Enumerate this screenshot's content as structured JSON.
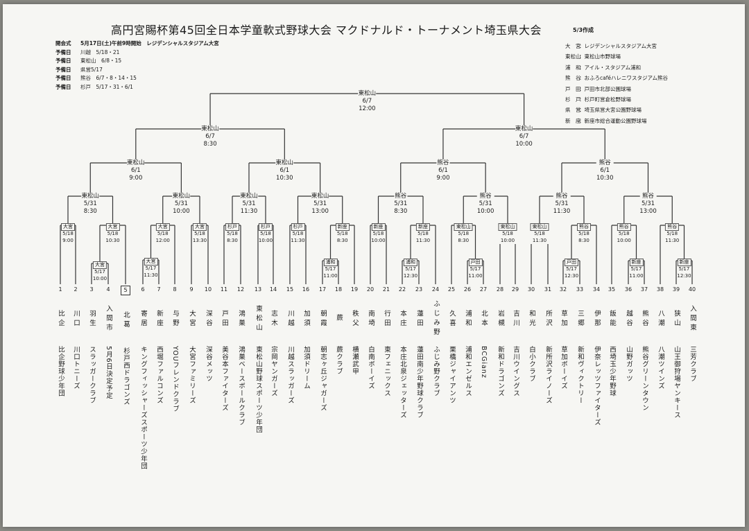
{
  "title": "高円宮賜杯第45回全日本学童軟式野球大会 マクドナルド・トーナメント埼玉県大会",
  "made": "5/3作成",
  "schedule": {
    "opening_key": "開会式",
    "opening_text": "5月17日(土)午前9時開始　レジデンシャルスタジアム大宮",
    "rows": [
      {
        "k": "予備日",
        "v": "川越　5/18・21"
      },
      {
        "k": "予備日",
        "v": "東松山　6/8・15"
      },
      {
        "k": "予備日",
        "v": "県営5/17"
      },
      {
        "k": "予備日",
        "v": "熊谷　6/7・8・14・15"
      },
      {
        "k": "予備日",
        "v": "杉戸　5/17・31・6/1"
      }
    ]
  },
  "legend": [
    {
      "k": "大　宮",
      "v": "：レジデンシャルスタジアム大宮"
    },
    {
      "k": "東松山",
      "v": "：東松山市野球場"
    },
    {
      "k": "浦　和",
      "v": "：アイル・スタジアム浦和"
    },
    {
      "k": "熊　谷",
      "v": "：おふろcaféハレニワスタジアム熊谷"
    },
    {
      "k": "戸　田",
      "v": "：戸田市北部公園球場"
    },
    {
      "k": "杉　戸",
      "v": "：杉戸町営倉松野球場"
    },
    {
      "k": "県　営",
      "v": "：埼玉県営大宮公園野球場"
    },
    {
      "k": "新　座",
      "v": "：新座市総合運動公園野球場"
    }
  ],
  "games": [
    {
      "venue": "東松山",
      "date": "6/7",
      "time": "12:00"
    },
    {
      "venue": "東松山",
      "date": "6/7",
      "time": "8:30"
    },
    {
      "venue": "東松山",
      "date": "6/7",
      "time": "10:00"
    },
    {
      "venue": "東松山",
      "date": "6/1",
      "time": "9:00"
    },
    {
      "venue": "東松山",
      "date": "6/1",
      "time": "10:30"
    },
    {
      "venue": "熊谷",
      "date": "6/1",
      "time": "9:00"
    },
    {
      "venue": "熊谷",
      "date": "6/1",
      "time": "10:30"
    },
    {
      "venue": "東松山",
      "date": "5/31",
      "time": "8:30"
    },
    {
      "venue": "東松山",
      "date": "5/31",
      "time": "10:00"
    },
    {
      "venue": "東松山",
      "date": "5/31",
      "time": "11:30"
    },
    {
      "venue": "東松山",
      "date": "5/31",
      "time": "13:00"
    },
    {
      "venue": "熊谷",
      "date": "5/31",
      "time": "8:30"
    },
    {
      "venue": "熊谷",
      "date": "5/31",
      "time": "10:00"
    },
    {
      "venue": "熊谷",
      "date": "5/31",
      "time": "11:30"
    },
    {
      "venue": "熊谷",
      "date": "5/31",
      "time": "13:00"
    },
    {
      "venue": "大宮",
      "date": "5/18",
      "time": "9:00"
    },
    {
      "venue": "大宮",
      "date": "5/18",
      "time": "10:30"
    },
    {
      "venue": "大宮",
      "date": "5/18",
      "time": "12:00"
    },
    {
      "venue": "大宮",
      "date": "5/18",
      "time": "13:30"
    },
    {
      "venue": "杉戸",
      "date": "5/18",
      "time": "8:30"
    },
    {
      "venue": "杉戸",
      "date": "5/18",
      "time": "10:00"
    },
    {
      "venue": "杉戸",
      "date": "5/18",
      "time": "11:30"
    },
    {
      "venue": "新座",
      "date": "5/18",
      "time": "8:30"
    },
    {
      "venue": "新座",
      "date": "5/18",
      "time": "10:00"
    },
    {
      "venue": "新座",
      "date": "5/18",
      "time": "11:30"
    },
    {
      "venue": "東松山",
      "date": "5/18",
      "time": "8:30"
    },
    {
      "venue": "東松山",
      "date": "5/18",
      "time": "10:00"
    },
    {
      "venue": "東松山",
      "date": "5/18",
      "time": "11:30"
    },
    {
      "venue": "熊谷",
      "date": "5/18",
      "time": "8:30"
    },
    {
      "venue": "熊谷",
      "date": "5/18",
      "time": "10:00"
    },
    {
      "venue": "熊谷",
      "date": "5/18",
      "time": "11:30"
    },
    {
      "venue": "大宮",
      "date": "5/17",
      "time": "10:00"
    },
    {
      "venue": "大宮",
      "date": "5/17",
      "time": "11:30"
    },
    {
      "venue": "浦和",
      "date": "5/17",
      "time": "11:00"
    },
    {
      "venue": "浦和",
      "date": "5/17",
      "time": "12:30"
    },
    {
      "venue": "戸田",
      "date": "5/17",
      "time": "11:00"
    },
    {
      "venue": "戸田",
      "date": "5/17",
      "time": "12:30"
    },
    {
      "venue": "新座",
      "date": "5/17",
      "time": "11:00"
    },
    {
      "venue": "新座",
      "date": "5/17",
      "time": "12:30"
    }
  ],
  "teams": [
    {
      "no": "1",
      "short": "比企",
      "name": "比企野球少年団"
    },
    {
      "no": "2",
      "short": "川口",
      "name": "川口トニーズ"
    },
    {
      "no": "3",
      "short": "羽生",
      "name": "スラッガークラブ"
    },
    {
      "no": "4",
      "short": "入間市",
      "name": "5月6日決定予定"
    },
    {
      "no": "5",
      "short": "北葛",
      "name": "杉戸西ドラゴンズ"
    },
    {
      "no": "6",
      "short": "寄居",
      "name": "キングフィッシャーズスポーツ少年団"
    },
    {
      "no": "7",
      "short": "新座",
      "name": "西堀ファルコンズ"
    },
    {
      "no": "8",
      "short": "与野",
      "name": "YOUフレンドクラブ"
    },
    {
      "no": "9",
      "short": "大宮",
      "name": "大宮ファミリーズ"
    },
    {
      "no": "10",
      "short": "深谷",
      "name": "深谷メッツ"
    },
    {
      "no": "11",
      "short": "戸田",
      "name": "美谷本ファイターズ"
    },
    {
      "no": "12",
      "short": "鴻巣",
      "name": "鴻巣ベースボールクラブ"
    },
    {
      "no": "13",
      "short": "東松山",
      "name": "東松山野球スポーツ少年団"
    },
    {
      "no": "14",
      "short": "志木",
      "name": "宗岡ヤンガーズ"
    },
    {
      "no": "15",
      "short": "川越",
      "name": "川越スラッガーズ"
    },
    {
      "no": "16",
      "short": "加須",
      "name": "加須ドリーム"
    },
    {
      "no": "17",
      "short": "朝霞",
      "name": "朝志ヶ丘ジャガーズ"
    },
    {
      "no": "18",
      "short": "蕨",
      "name": "蕨クラブ"
    },
    {
      "no": "19",
      "short": "秩父",
      "name": "横瀬武甲"
    },
    {
      "no": "20",
      "short": "南埼",
      "name": "白南ボーイズ"
    },
    {
      "no": "21",
      "short": "行田",
      "name": "東フェニックス"
    },
    {
      "no": "22",
      "short": "本庄",
      "name": "本庄北泉ジェッターズ"
    },
    {
      "no": "23",
      "short": "蓮田",
      "name": "蓮田南少年野球クラブ"
    },
    {
      "no": "24",
      "short": "ふじみ野",
      "name": "ふじみ野クラブ"
    },
    {
      "no": "25",
      "short": "久喜",
      "name": "栗橋ジャイアンツ"
    },
    {
      "no": "26",
      "short": "浦和",
      "name": "浦和エンゼルス"
    },
    {
      "no": "27",
      "short": "北本",
      "name": "BCGianz"
    },
    {
      "no": "28",
      "short": "岩槻",
      "name": "新和ドラゴンズ"
    },
    {
      "no": "29",
      "short": "吉川",
      "name": "吉川ウイングス"
    },
    {
      "no": "30",
      "short": "和光",
      "name": "白小クラブ"
    },
    {
      "no": "31",
      "short": "所沢",
      "name": "新所沢ライノーズ"
    },
    {
      "no": "32",
      "short": "草加",
      "name": "草加ボーイズ"
    },
    {
      "no": "33",
      "short": "三郷",
      "name": "新和ヴィクトリー"
    },
    {
      "no": "34",
      "short": "伊那",
      "name": "伊奈レッツファイターズ"
    },
    {
      "no": "35",
      "short": "飯能",
      "name": "西埼玉少年野球"
    },
    {
      "no": "36",
      "short": "越谷",
      "name": "山野ガッツ"
    },
    {
      "no": "37",
      "short": "熊谷",
      "name": "熊谷グリーンタウン"
    },
    {
      "no": "38",
      "short": "八潮",
      "name": "八潮ツインズ"
    },
    {
      "no": "39",
      "short": "狭山",
      "name": "山王御狩場ヤンキース"
    },
    {
      "no": "40",
      "short": "入間東",
      "name": "三芳クラブ"
    }
  ]
}
